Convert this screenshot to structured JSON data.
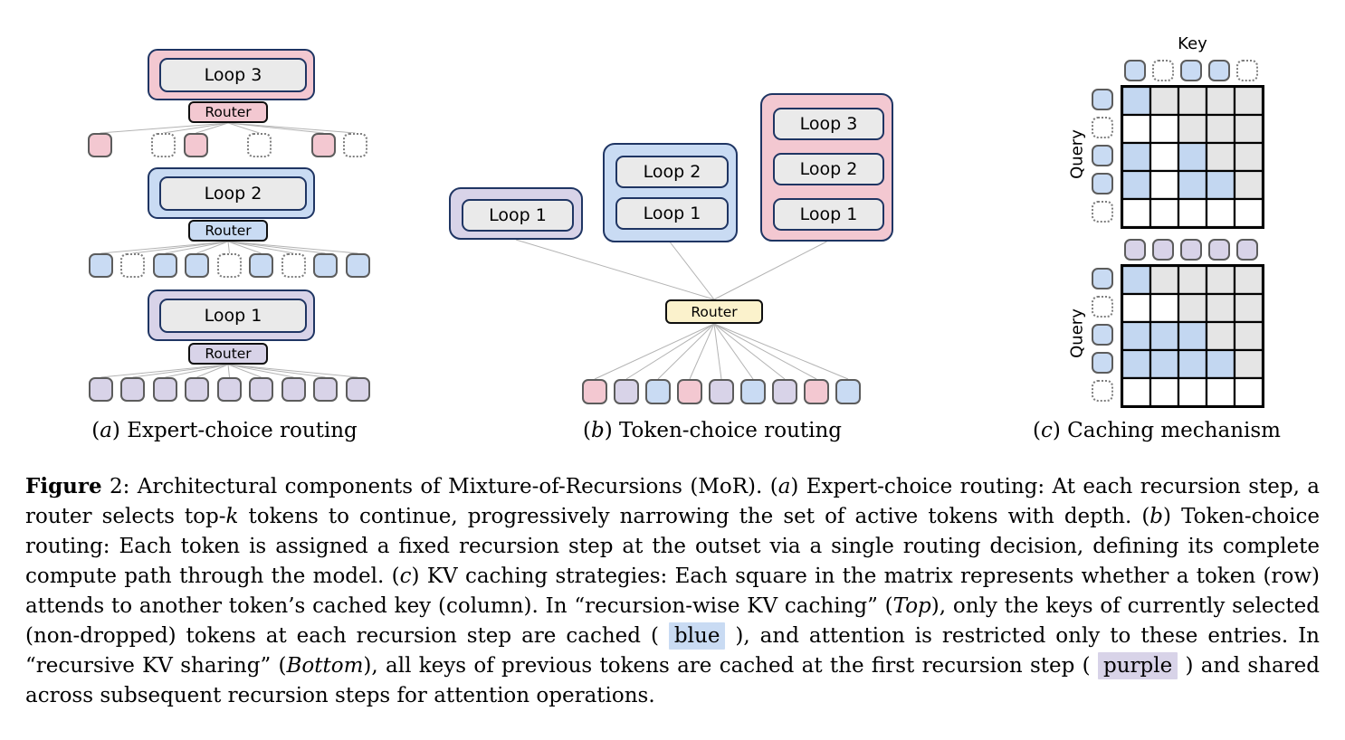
{
  "figure": {
    "colors": {
      "pink": "#f3c8d1",
      "blue": "#c9dbf3",
      "purple": "#d8d3e8",
      "yellow": "#fbf2cc",
      "inner_gray": "#eaeaea",
      "grid_gray": "#e5e5e5",
      "grid_blue": "#c3d7f1",
      "navy_border": "#1f3563",
      "line_gray": "#b3b3b3"
    },
    "panel_a": {
      "caption": {
        "pre": "(",
        "letter": "a",
        "post": ") Expert-choice routing"
      },
      "router_label": "Router",
      "loop_labels": [
        "Loop 3",
        "Loop 2",
        "Loop 1"
      ],
      "level_colors": [
        "pink",
        "blue",
        "purple"
      ],
      "token_rows": [
        [
          "pink",
          "dotted",
          "pink",
          "dotted",
          "pink",
          "dotted"
        ],
        [
          "blue",
          "dotted",
          "blue",
          "blue",
          "dotted",
          "blue",
          "dotted",
          "blue",
          "blue"
        ],
        [
          "purple",
          "purple",
          "purple",
          "purple",
          "purple",
          "purple",
          "purple",
          "purple",
          "purple"
        ]
      ]
    },
    "panel_b": {
      "caption": {
        "pre": "(",
        "letter": "b",
        "post": ") Token-choice routing"
      },
      "router_label": "Router",
      "stacks": [
        {
          "color": "purple",
          "loops": [
            "Loop 1"
          ]
        },
        {
          "color": "blue",
          "loops": [
            "Loop 2",
            "Loop 1"
          ]
        },
        {
          "color": "pink",
          "loops": [
            "Loop 3",
            "Loop 2",
            "Loop 1"
          ]
        }
      ],
      "tokens": [
        "pink",
        "purple",
        "blue",
        "pink",
        "purple",
        "blue",
        "purple",
        "pink",
        "blue"
      ]
    },
    "panel_c": {
      "caption": {
        "pre": "(",
        "letter": "c",
        "post": ") Caching mechanism"
      },
      "key_label": "Key",
      "query_label": "Query",
      "grids": [
        {
          "name": "recursion-wise KV caching",
          "key_tokens": [
            "blue",
            "dotted",
            "blue",
            "blue",
            "dotted"
          ],
          "query_tokens": [
            "blue",
            "dotted",
            "blue",
            "blue",
            "dotted"
          ],
          "cells": [
            [
              "blue",
              "gray",
              "gray",
              "gray",
              "gray"
            ],
            [
              "white",
              "white",
              "gray",
              "gray",
              "gray"
            ],
            [
              "blue",
              "white",
              "blue",
              "gray",
              "gray"
            ],
            [
              "blue",
              "white",
              "blue",
              "blue",
              "gray"
            ],
            [
              "white",
              "white",
              "white",
              "white",
              "white"
            ]
          ]
        },
        {
          "name": "recursive KV sharing",
          "key_tokens": [
            "purple",
            "purple",
            "purple",
            "purple",
            "purple"
          ],
          "query_tokens": [
            "blue",
            "dotted",
            "blue",
            "blue",
            "dotted"
          ],
          "cells": [
            [
              "blue",
              "gray",
              "gray",
              "gray",
              "gray"
            ],
            [
              "white",
              "white",
              "gray",
              "gray",
              "gray"
            ],
            [
              "blue",
              "blue",
              "blue",
              "gray",
              "gray"
            ],
            [
              "blue",
              "blue",
              "blue",
              "blue",
              "gray"
            ],
            [
              "white",
              "white",
              "white",
              "white",
              "white"
            ]
          ]
        }
      ]
    },
    "caption_segments": [
      {
        "text": "Figure",
        "style": "bold"
      },
      {
        "text": " 2: Architectural components of Mixture-of-Recursions (MoR). (",
        "style": "normal"
      },
      {
        "text": "a",
        "style": "italic"
      },
      {
        "text": ") Expert-choice routing: At each recursion step, a router selects top-",
        "style": "normal"
      },
      {
        "text": "k",
        "style": "italic"
      },
      {
        "text": " tokens to continue, progressively narrowing the set of active tokens with depth. (",
        "style": "normal"
      },
      {
        "text": "b",
        "style": "italic"
      },
      {
        "text": ") Token-choice routing: Each token is assigned a fixed recursion step at the outset via a single routing decision, defining its complete compute path through the model. (",
        "style": "normal"
      },
      {
        "text": "c",
        "style": "italic"
      },
      {
        "text": ") KV caching strategies: Each square in the matrix represents whether a token (row) attends to another token’s cached key (column). In “recursion-wise KV caching” (",
        "style": "normal"
      },
      {
        "text": "Top",
        "style": "italic"
      },
      {
        "text": "), only the keys of currently selected (non-dropped) tokens at each recursion step are cached ( ",
        "style": "normal"
      },
      {
        "text": "blue",
        "style": "highlight-blue"
      },
      {
        "text": " ), and attention is restricted only to these entries. In “recursive KV sharing” (",
        "style": "normal"
      },
      {
        "text": "Bottom",
        "style": "italic"
      },
      {
        "text": "), all keys of previous tokens are cached at the first recursion step ( ",
        "style": "normal"
      },
      {
        "text": "purple",
        "style": "highlight-purple"
      },
      {
        "text": " ) and shared across subsequent recursion steps for attention operations.",
        "style": "normal"
      }
    ]
  }
}
